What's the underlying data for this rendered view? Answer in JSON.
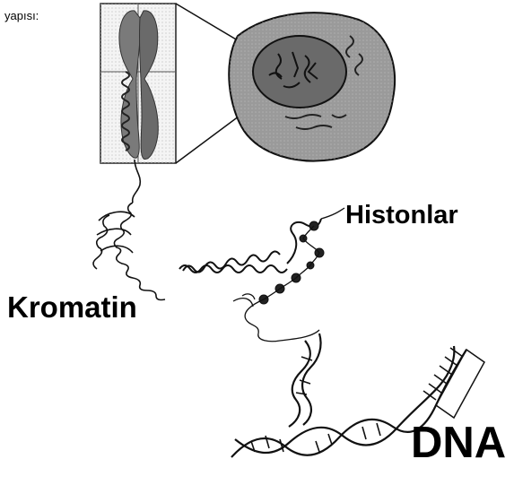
{
  "caption": "yapısı:",
  "labels": {
    "histonlar": "Histonlar",
    "kromatin": "Kromatin",
    "dna": "DNA"
  },
  "colors": {
    "ink": "#111111",
    "cell_fill": "#9a9a9a",
    "nucleus_fill": "#6a6a6a",
    "chromosome_fill": "#707070",
    "background": "#ffffff"
  },
  "icons": {
    "chromosome": "chromosome-icon",
    "cell": "cell-icon",
    "nucleus": "nucleus-icon",
    "dna_helix": "dna-double-helix-icon",
    "histone": "histone-bead-icon"
  }
}
